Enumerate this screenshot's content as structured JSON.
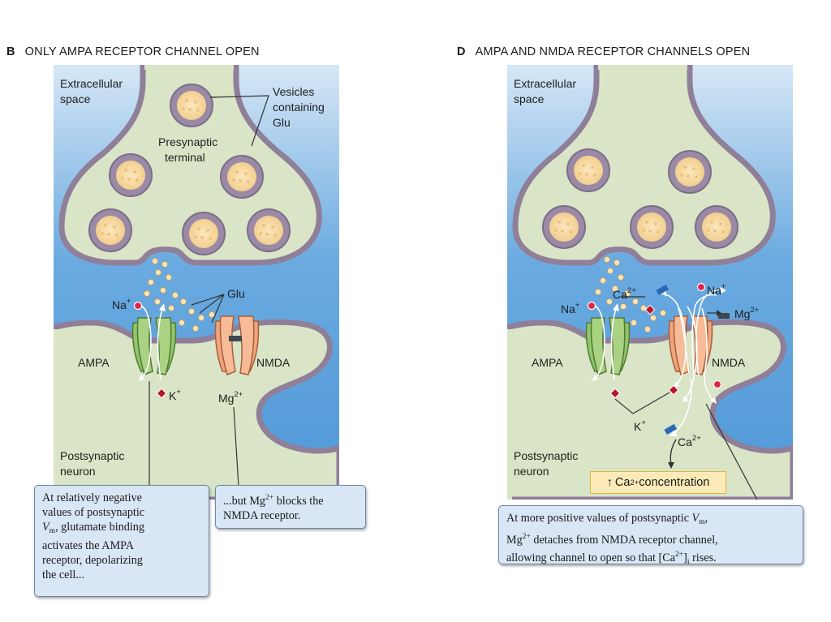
{
  "panel_b": {
    "letter": "B",
    "title": "ONLY AMPA RECEPTOR CHANNEL OPEN",
    "labels": {
      "extracellular_1": "Extracellular",
      "extracellular_2": "space",
      "vesicles_1": "Vesicles",
      "vesicles_2": "containing",
      "vesicles_3": "Glu",
      "presynaptic_1": "Presynaptic",
      "presynaptic_2": "terminal",
      "glu": "Glu",
      "na": "Na",
      "k": "K",
      "ampa": "AMPA",
      "nmda": "NMDA",
      "mg": "Mg",
      "postsynaptic_1": "Postsynaptic",
      "postsynaptic_2": "neuron"
    },
    "callout_left": {
      "line1": "At relatively negative",
      "line2": "values of postsynaptic",
      "vm_v": "V",
      "vm_sub": "m",
      "line3_rest": ", glutamate binding",
      "line4": "activates the AMPA",
      "line5": "receptor, depolarizing",
      "line6": "the cell..."
    },
    "callout_right": {
      "pre": "...but Mg",
      "sup": "2+",
      "post": " blocks the",
      "line2": "NMDA receptor."
    }
  },
  "panel_d": {
    "letter": "D",
    "title": "AMPA AND NMDA RECEPTOR CHANNELS OPEN",
    "labels": {
      "extracellular_1": "Extracellular",
      "extracellular_2": "space",
      "na": "Na",
      "ca": "Ca",
      "mg": "Mg",
      "k": "K",
      "ampa": "AMPA",
      "nmda": "NMDA",
      "postsynaptic_1": "Postsynaptic",
      "postsynaptic_2": "neuron"
    },
    "ca_concentration": {
      "arrow": "↑",
      "ca": "Ca",
      "sup": "2+",
      "text": " concentration"
    },
    "callout": {
      "line1_pre": "At more positive values of postsynaptic ",
      "vm_v": "V",
      "vm_sub": "m",
      "line1_post": ",",
      "line2_mg": "Mg",
      "line2_sup": "2+",
      "line2_rest": " detaches from NMDA receptor channel,",
      "line3_pre": "allowing channel to open so that [Ca",
      "line3_sup": "2+",
      "line3_mid": "]",
      "line3_sub": "i",
      "line3_post": " rises."
    }
  },
  "superscripts": {
    "plus": "+",
    "two_plus": "2+"
  },
  "colors": {
    "extracellular_blue": "#5ba0dc",
    "tissue_green": "#d9e5c6",
    "membrane": "#8f7f99",
    "vesicle_fill": "#f6d9a3",
    "ampa_green": "#93c56b",
    "nmda_orange": "#f0a57d",
    "sodium_red": "#e2244a",
    "potassium_red": "#b8152a",
    "calcium_blue": "#2a69b6",
    "magnesium_gray": "#3e4650",
    "callout_fill": "#d8e6f5",
    "ca_box_fill": "#fcebb9"
  }
}
